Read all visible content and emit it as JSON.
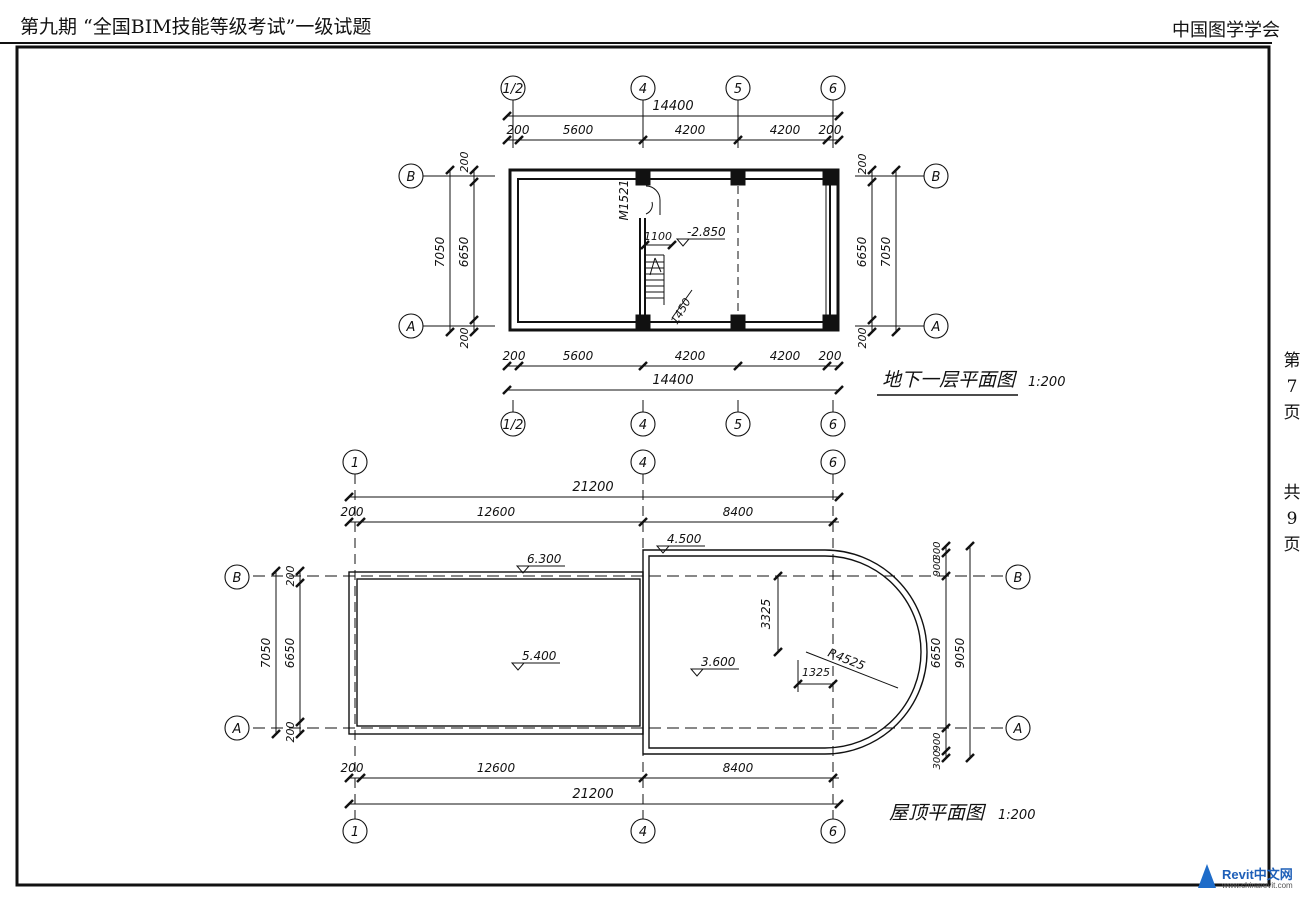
{
  "header": {
    "title": "第九期 “全国BIM技能等级考试”一级试题",
    "organization": "中国图学学会"
  },
  "side": {
    "page": [
      "第",
      "7",
      "页"
    ],
    "total": [
      "共",
      "9",
      "页"
    ]
  },
  "plan_basement": {
    "title": "地下一层平面图",
    "scale": "1:200",
    "axes_x": [
      "1/2",
      "4",
      "5",
      "6"
    ],
    "axes_y": [
      "B",
      "A"
    ],
    "dims_x_parts": [
      "200",
      "5600",
      "4200",
      "4200",
      "200"
    ],
    "dims_x_total": "14400",
    "dims_y_parts": [
      "200",
      "6650",
      "200"
    ],
    "dims_y_total": "7050",
    "door_label": "M1521",
    "dim_1100": "1100",
    "level": "-2.850",
    "stair_dim": "1450"
  },
  "plan_roof": {
    "title": "屋顶平面图",
    "scale": "1:200",
    "axes_x": [
      "1",
      "4",
      "6"
    ],
    "axes_y": [
      "B",
      "A"
    ],
    "dims_x_parts": [
      "200",
      "12600",
      "8400"
    ],
    "dims_x_total": "21200",
    "dims_y_left_parts": [
      "200",
      "6650",
      "200"
    ],
    "dims_y_left_total": "7050",
    "dims_y_right_parts": [
      "300",
      "900",
      "6650",
      "900",
      "300"
    ],
    "dims_y_right_total": "9050",
    "levels": [
      "6.300",
      "4.500",
      "5.400",
      "3.600"
    ],
    "radius": "R4525",
    "dim_3325": "3325",
    "dim_1325": "1325"
  },
  "watermark": {
    "brand": "Revit中文网",
    "url": "www.chinarevit.com"
  }
}
